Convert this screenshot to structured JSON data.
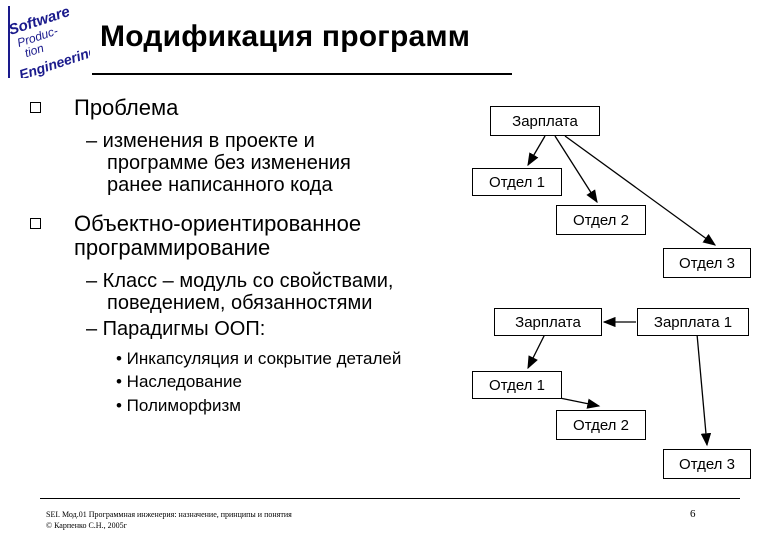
{
  "logo_text": "Software Production Engineering",
  "title": "Модификация программ",
  "bullets": [
    {
      "text": "Проблема",
      "sub": [
        "– изменения в проекте и",
        "программе без изменения",
        "ранее написанного кода"
      ]
    },
    {
      "text_lines": [
        "Объектно-ориентированное",
        "программирование"
      ],
      "sub": [
        "– Класс – модуль со свойствами,",
        "поведением, обязанностями",
        "– Парадигмы ООП:"
      ],
      "subsub": [
        "• Инкапсуляция и сокрытие деталей",
        "• Наследование",
        "• Полиморфизм"
      ]
    }
  ],
  "diagram1": {
    "root": "Зарплата",
    "d1": "Отдел 1",
    "d2": "Отдел 2",
    "d3": "Отдел 3"
  },
  "diagram2": {
    "root": "Зарплата",
    "root1": "Зарплата 1",
    "d1": "Отдел 1",
    "d2": "Отдел 2",
    "d3": "Отдел 3"
  },
  "footer": {
    "line1": "SEI. Мод.01 Программная инженерия: назначение, принципы и понятия",
    "line2": "© Карпенко С.Н., 2005г",
    "page": "6"
  }
}
